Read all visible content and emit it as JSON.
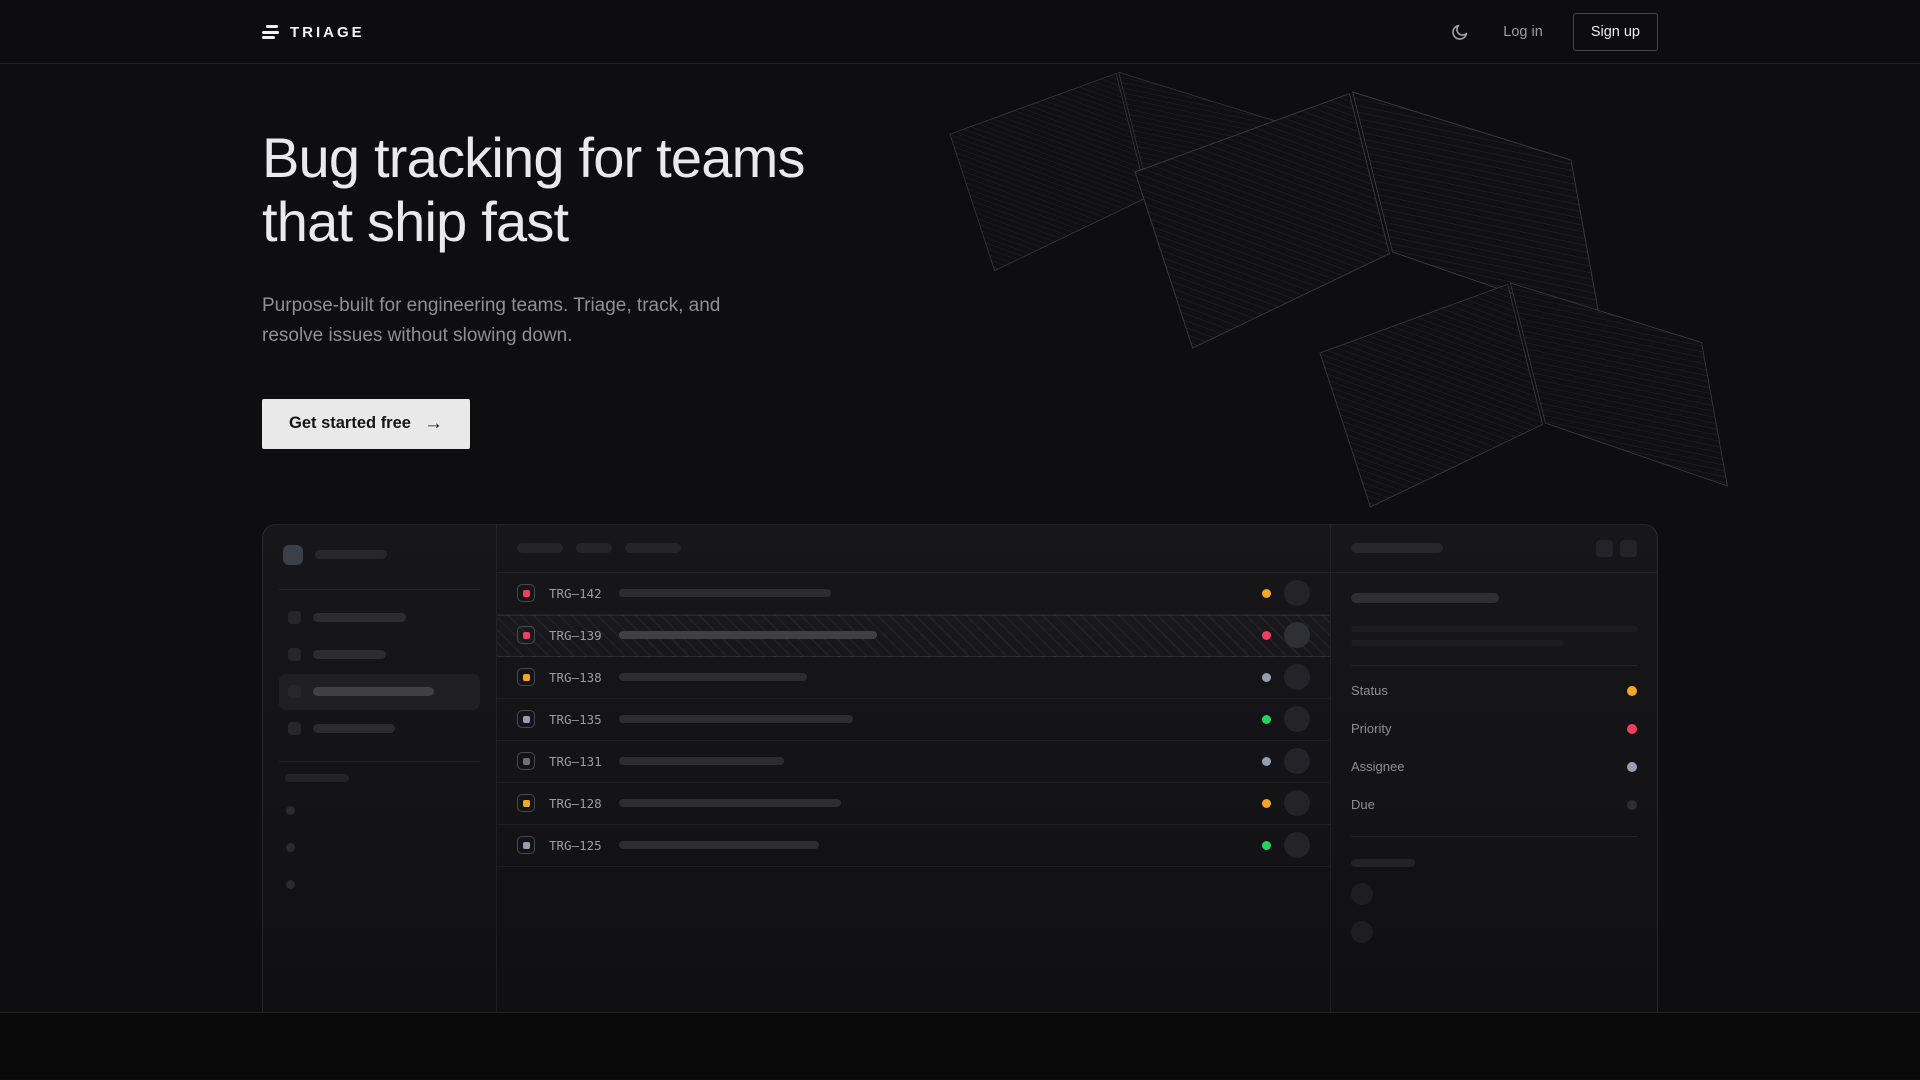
{
  "nav": {
    "brand": "TRIAGE",
    "theme_icon": "moon-icon",
    "login_label": "Log in",
    "signup_label": "Sign up"
  },
  "hero": {
    "title_line1": "Bug tracking for teams",
    "title_line2": "that ship fast",
    "subtitle_line1": "Purpose-built for engineering teams. Triage, track, and",
    "subtitle_line2": "resolve issues without slowing down.",
    "cta_label": "Get started free",
    "cta_arrow": "→"
  },
  "mockup": {
    "issues": [
      {
        "id": "TRG–142",
        "priority_color": "#f03e63",
        "status_color": "#f5a623",
        "title_width": 212,
        "selected": false
      },
      {
        "id": "TRG–139",
        "priority_color": "#f03e63",
        "status_color": "#f03e63",
        "title_width": 258,
        "selected": true
      },
      {
        "id": "TRG–138",
        "priority_color": "#f5a623",
        "status_color": "#93a0b4",
        "title_width": 188,
        "selected": false
      },
      {
        "id": "TRG–135",
        "priority_color": "#93a0b4",
        "status_color": "#23d45f",
        "title_width": 234,
        "selected": false
      },
      {
        "id": "TRG–131",
        "priority_color": "#6f6f77",
        "status_color": "#93a0b4",
        "title_width": 165,
        "selected": false
      },
      {
        "id": "TRG–128",
        "priority_color": "#f5a623",
        "status_color": "#f5a623",
        "title_width": 222,
        "selected": false
      },
      {
        "id": "TRG–125",
        "priority_color": "#93a0b4",
        "status_color": "#23d45f",
        "title_width": 200,
        "selected": false
      }
    ],
    "detail_fields": [
      {
        "label": "Status",
        "color": "#f5a623"
      },
      {
        "label": "Priority",
        "color": "#f03e63"
      },
      {
        "label": "Assignee",
        "color": "#93a0b4"
      },
      {
        "label": "Due",
        "color": "#2d2d33"
      }
    ]
  },
  "palette": {
    "amber": "#f5a623",
    "rose": "#f03e63",
    "slate_blue": "#93a0b4",
    "green": "#23d45f",
    "muted_gray": "#6f6f77",
    "cta_background": "#e9e9ea",
    "page_background": "#0e0e10"
  }
}
